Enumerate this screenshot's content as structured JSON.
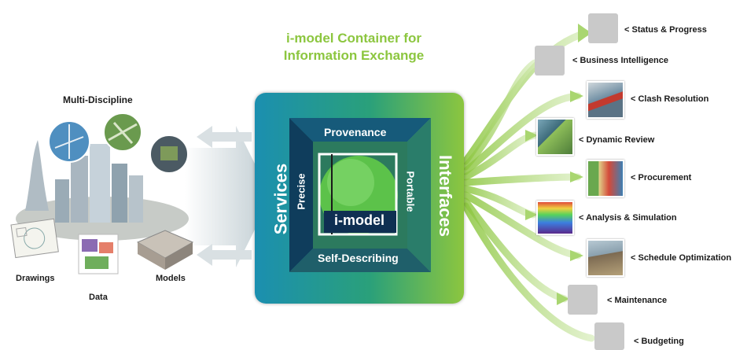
{
  "title": {
    "line1": "i-model Container for",
    "line2": "Information Exchange"
  },
  "left": {
    "multi_discipline": "Multi-Discipline",
    "drawings": "Drawings",
    "data": "Data",
    "models": "Models"
  },
  "container": {
    "left_side": "Services",
    "right_side": "Interfaces",
    "top": "Provenance",
    "left": "Precise",
    "right": "Portable",
    "bottom": "Self-Describing",
    "center": "i-model"
  },
  "outputs": [
    {
      "label": "< Status & Progress"
    },
    {
      "label": "< Business Intelligence"
    },
    {
      "label": "< Clash Resolution"
    },
    {
      "label": "< Dynamic Review"
    },
    {
      "label": "< Procurement"
    },
    {
      "label": "< Analysis & Simulation"
    },
    {
      "label": "< Schedule Optimization"
    },
    {
      "label": "< Maintenance"
    },
    {
      "label": "< Budgeting"
    }
  ],
  "colors": {
    "title_green": "#8cc63f",
    "container_blue": "#1b8fb0",
    "container_green": "#8cc63f",
    "inner_navy": "#0f3d5c",
    "arrow_green": "#b9df8c"
  }
}
